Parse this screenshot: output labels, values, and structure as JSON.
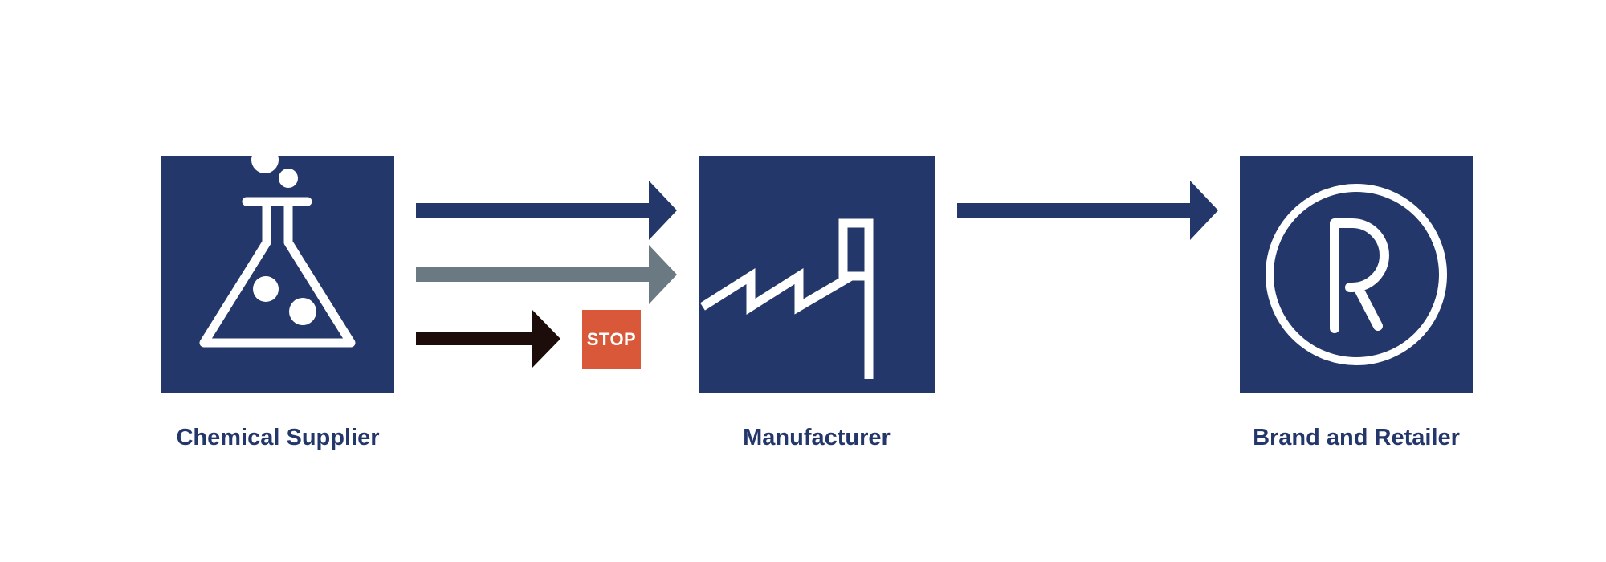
{
  "colors": {
    "tile": "#24376a",
    "label": "#24376a",
    "arrow_primary": "#24376a",
    "arrow_secondary": "#6b7a82",
    "arrow_blocked": "#1c0c0a",
    "stop": "#d9583a",
    "icon": "#ffffff"
  },
  "nodes": [
    {
      "id": "chemical-supplier",
      "label": "Chemical Supplier",
      "icon": "flask-icon"
    },
    {
      "id": "manufacturer",
      "label": "Manufacturer",
      "icon": "factory-icon"
    },
    {
      "id": "brand-retailer",
      "label": "Brand and Retailer",
      "icon": "registered-trademark-icon"
    }
  ],
  "flows": [
    {
      "from": "chemical-supplier",
      "to": "manufacturer",
      "style": "primary"
    },
    {
      "from": "chemical-supplier",
      "to": "manufacturer",
      "style": "secondary"
    },
    {
      "from": "chemical-supplier",
      "to": "stop",
      "style": "blocked"
    },
    {
      "from": "manufacturer",
      "to": "brand-retailer",
      "style": "primary"
    }
  ],
  "stop_sign": {
    "label": "STOP"
  }
}
